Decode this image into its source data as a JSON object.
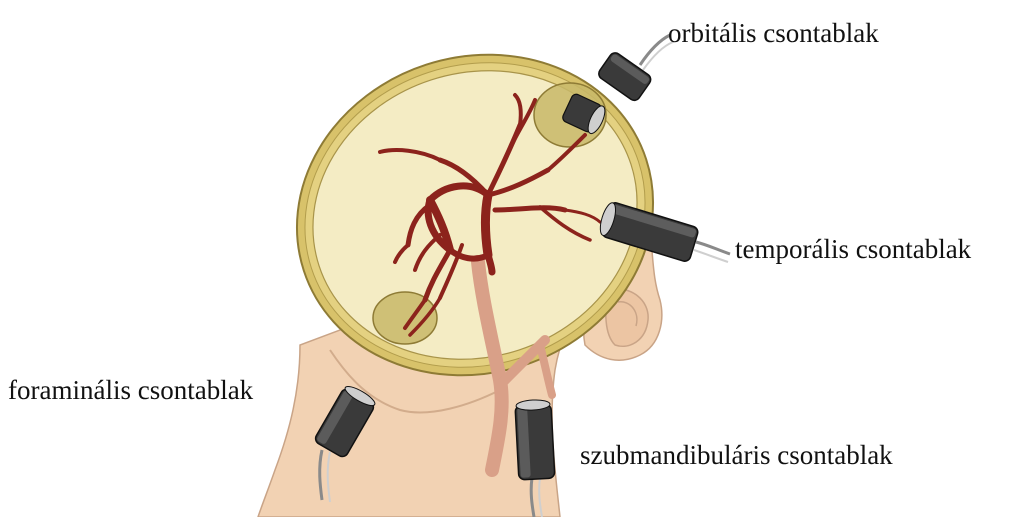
{
  "labels": {
    "orbital": "orbitális csontablak",
    "temporal": "temporális csontablak",
    "foraminal": "foraminális csontablak",
    "submandibular": "szubmandibuláris csontablak"
  },
  "colors": {
    "skin": "#f2d2b3",
    "skin_shadow": "#ddb896",
    "skull_rim": "#d8c26a",
    "brain_cavity": "#f4ecc4",
    "artery": "#8c231c",
    "external_artery": "#d9a088",
    "probe_body": "#3a3a3a",
    "probe_face": "#cfcfcf",
    "cable": "#8a8a8a",
    "window_patch": "#c8b968"
  },
  "icons": {
    "probe": "ultrasound-probe-icon"
  }
}
